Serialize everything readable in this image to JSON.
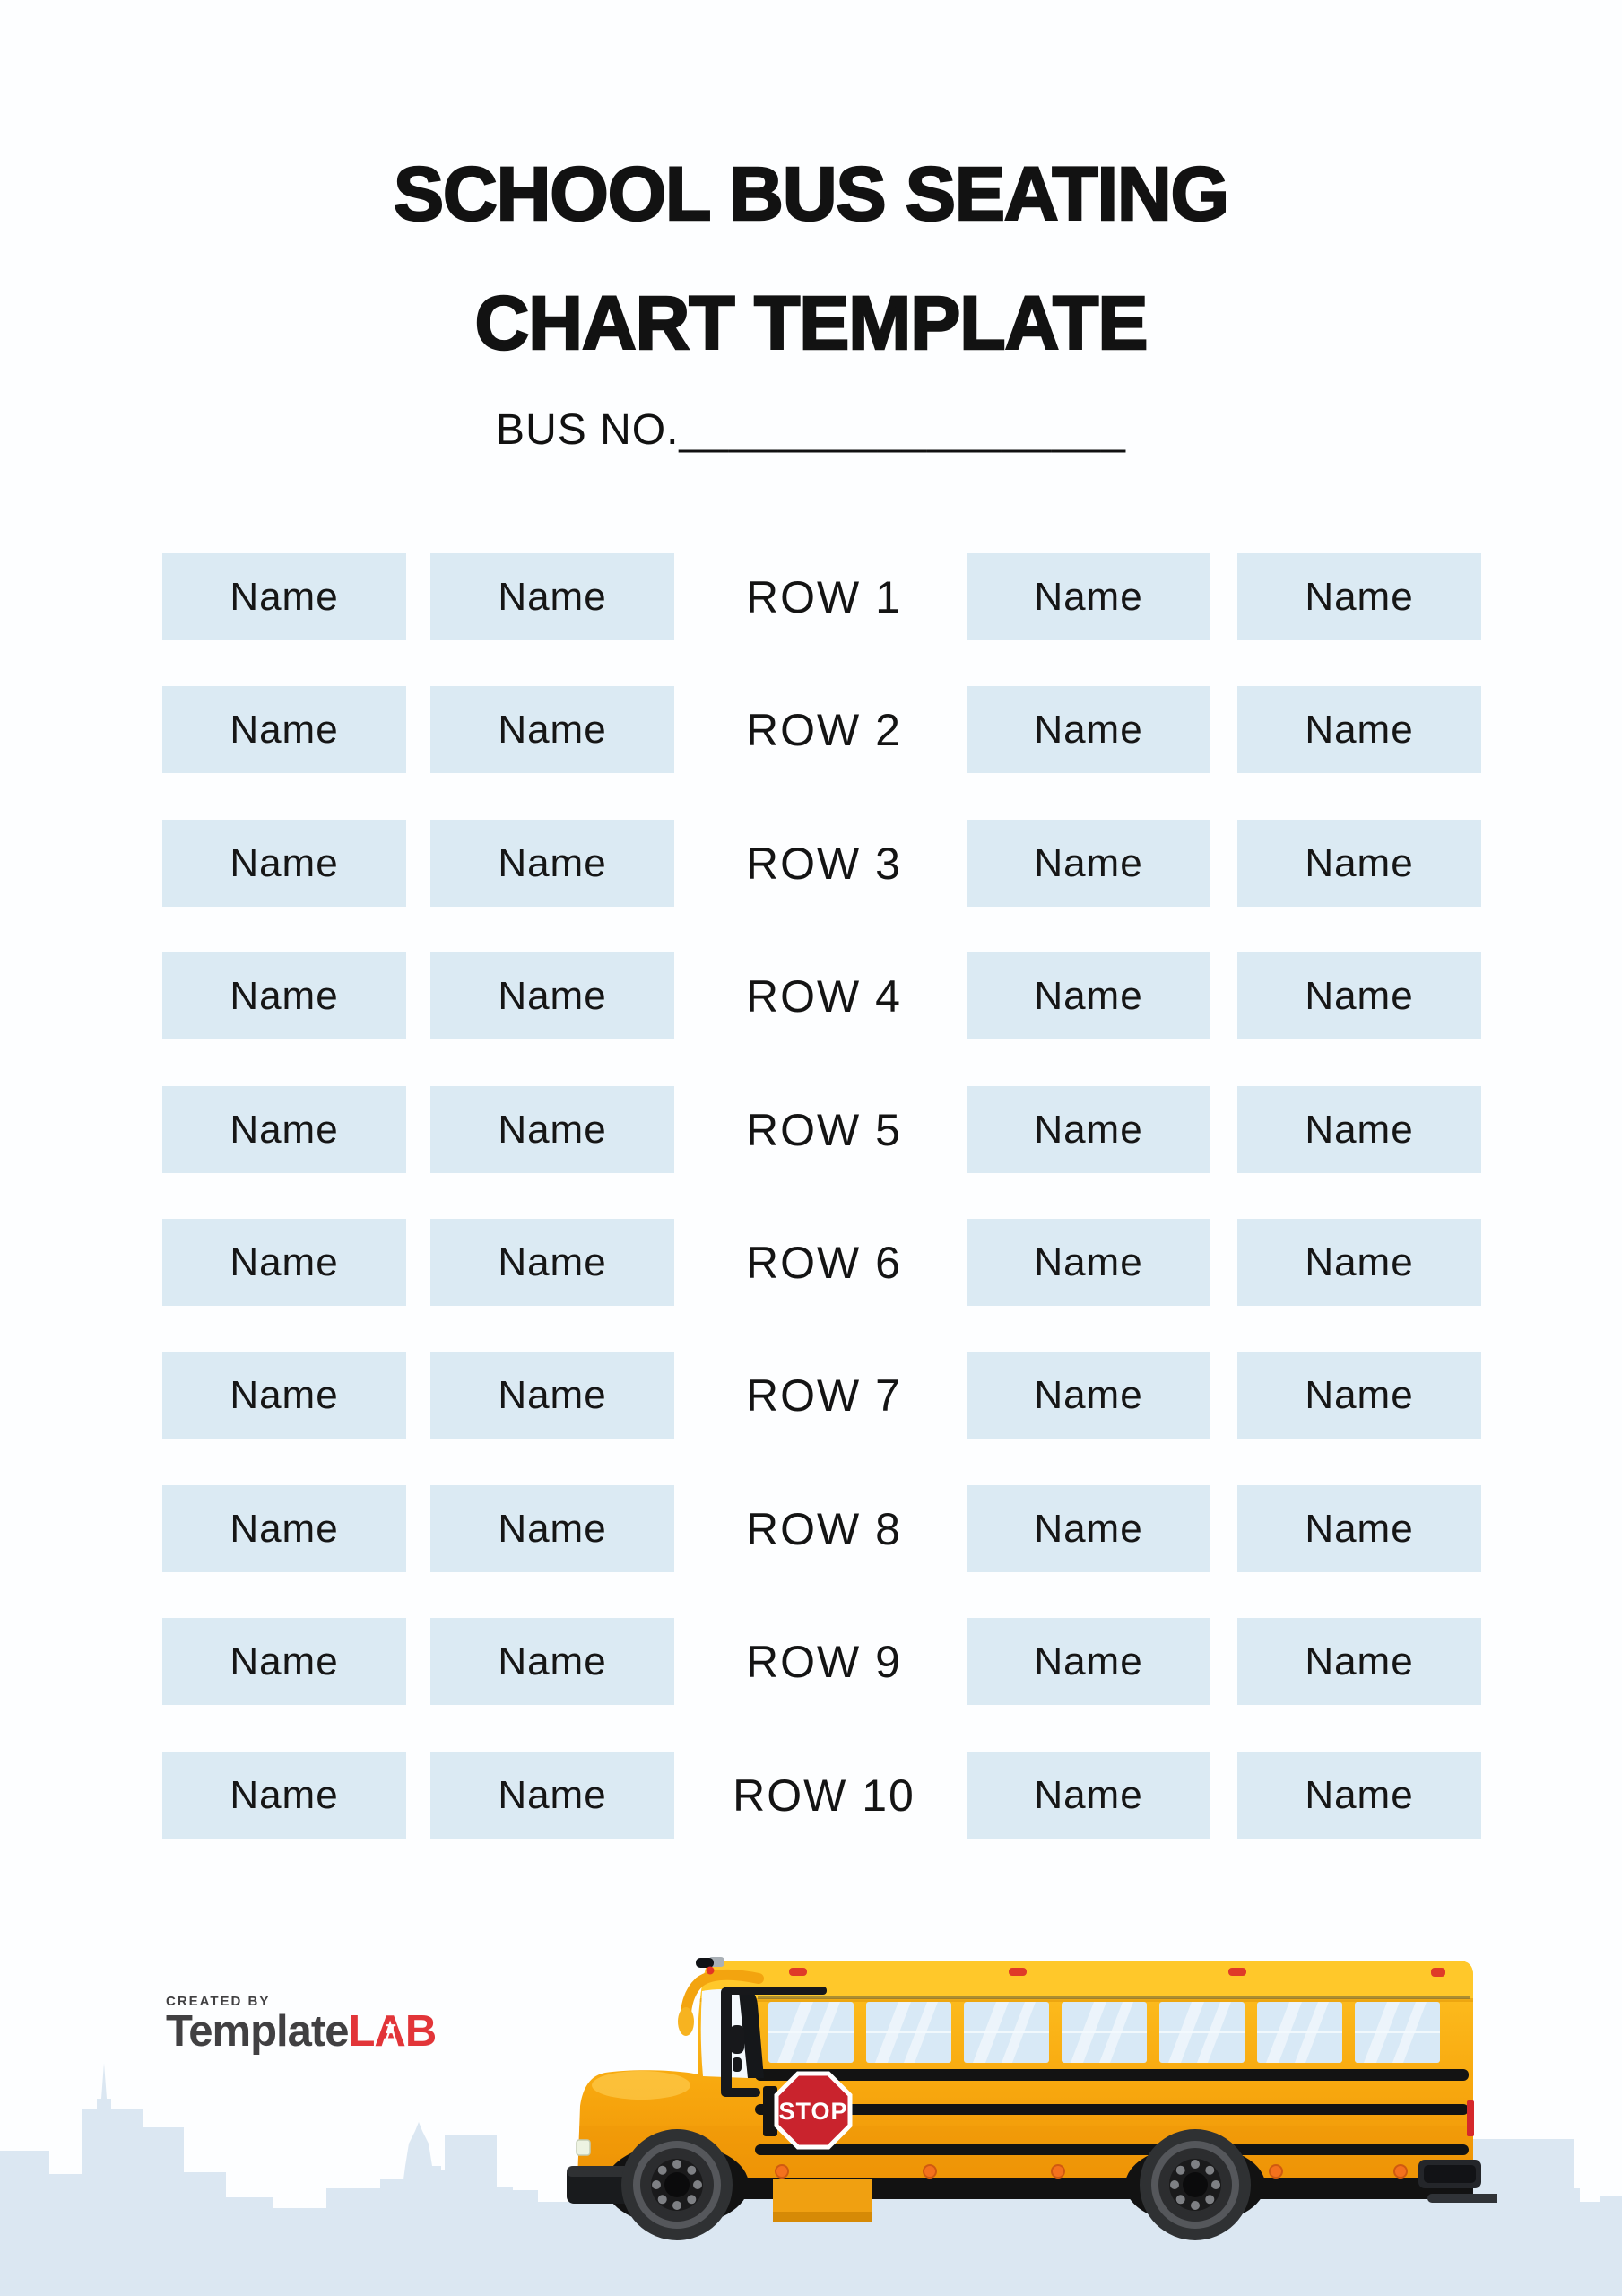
{
  "page": {
    "title_line1": "SCHOOL BUS SEATING",
    "title_line2": "CHART TEMPLATE",
    "bus_no_label": "BUS NO.",
    "bus_no_blank": "__________________"
  },
  "seating": {
    "rows": [
      {
        "label": "ROW 1",
        "seats": [
          "Name",
          "Name",
          "Name",
          "Name"
        ]
      },
      {
        "label": "ROW 2",
        "seats": [
          "Name",
          "Name",
          "Name",
          "Name"
        ]
      },
      {
        "label": "ROW 3",
        "seats": [
          "Name",
          "Name",
          "Name",
          "Name"
        ]
      },
      {
        "label": "ROW 4",
        "seats": [
          "Name",
          "Name",
          "Name",
          "Name"
        ]
      },
      {
        "label": "ROW 5",
        "seats": [
          "Name",
          "Name",
          "Name",
          "Name"
        ]
      },
      {
        "label": "ROW 6",
        "seats": [
          "Name",
          "Name",
          "Name",
          "Name"
        ]
      },
      {
        "label": "ROW 7",
        "seats": [
          "Name",
          "Name",
          "Name",
          "Name"
        ]
      },
      {
        "label": "ROW 8",
        "seats": [
          "Name",
          "Name",
          "Name",
          "Name"
        ]
      },
      {
        "label": "ROW 9",
        "seats": [
          "Name",
          "Name",
          "Name",
          "Name"
        ]
      },
      {
        "label": "ROW 10",
        "seats": [
          "Name",
          "Name",
          "Name",
          "Name"
        ]
      }
    ]
  },
  "footer": {
    "logo": {
      "created_by": "CREATED BY",
      "brand_part1": "Template",
      "brand_l": "L",
      "brand_a": "A",
      "brand_b": "B"
    },
    "bus_illustration": {
      "stop_sign_text": "STOP"
    }
  },
  "colors": {
    "page-bg": "#fdfeff",
    "cell-blue": "#dbeaf3",
    "skyline-blue": "#dbe7f2",
    "text-black": "#121212",
    "bus-yellow": "#f8a90f",
    "bus-roof-yellow": "#ffc82a",
    "window-blue": "#d8e9f6",
    "stop-red": "#c9232d",
    "brand-gray": "#414042",
    "brand-red": "#e23539"
  }
}
